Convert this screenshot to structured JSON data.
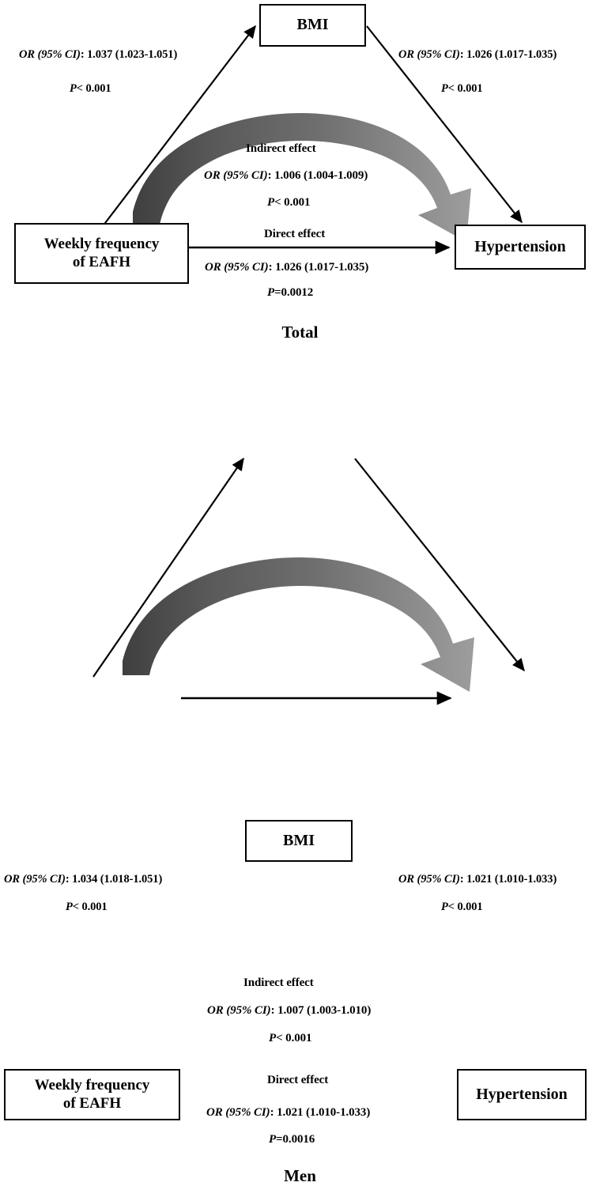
{
  "figure": {
    "type": "mediation-diagram",
    "panel_count": 2
  },
  "panels": [
    {
      "caption": "Total",
      "nodes": {
        "exposure_line1": "Weekly frequency",
        "exposure_line2": "of EAFH",
        "mediator": "BMI",
        "outcome": "Hypertension"
      },
      "paths": {
        "a_path": {
          "or_prefix": "OR (95% CI)",
          "or_text": "OR (95% CI): 1.037 (1.023-1.051)",
          "estimate": "1.037",
          "ci": "1.023-1.051",
          "p_text": "P< 0.001"
        },
        "b_path": {
          "or_text": "OR (95% CI): 1.026 (1.017-1.035)",
          "estimate": "1.026",
          "ci": "1.017-1.035",
          "p_text": "P< 0.001"
        },
        "indirect": {
          "title": "Indirect effect",
          "or_text": "OR (95% CI): 1.006 (1.004-1.009)",
          "estimate": "1.006",
          "ci": "1.004-1.009",
          "p_text": "P< 0.001"
        },
        "direct": {
          "title": "Direct effect",
          "or_text": "OR (95% CI): 1.026 (1.017-1.035)",
          "estimate": "1.026",
          "ci": "1.017-1.035",
          "p_text": "P=0.0012"
        }
      }
    },
    {
      "caption": "Men",
      "nodes": {
        "exposure_line1": "Weekly frequency",
        "exposure_line2": "of EAFH",
        "mediator": "BMI",
        "outcome": "Hypertension"
      },
      "paths": {
        "a_path": {
          "or_text": "OR (95% CI): 1.034 (1.018-1.051)",
          "estimate": "1.034",
          "ci": "1.018-1.051",
          "p_text": "P< 0.001"
        },
        "b_path": {
          "or_text": "OR (95% CI): 1.021 (1.010-1.033)",
          "estimate": "1.021",
          "ci": "1.010-1.033",
          "p_text": "P< 0.001"
        },
        "indirect": {
          "title": "Indirect effect",
          "or_text": "OR (95% CI): 1.007 (1.003-1.010)",
          "estimate": "1.007",
          "ci": "1.003-1.010",
          "p_text": "P< 0.001"
        },
        "direct": {
          "title": "Direct effect",
          "or_text": "OR (95% CI): 1.021 (1.010-1.033)",
          "estimate": "1.021",
          "ci": "1.010-1.033",
          "p_text": "P=0.0016"
        }
      }
    }
  ],
  "colors": {
    "stroke": "#000000",
    "background": "#ffffff",
    "curve_dark": "#4a4a4a",
    "curve_light": "#9a9a9a"
  }
}
